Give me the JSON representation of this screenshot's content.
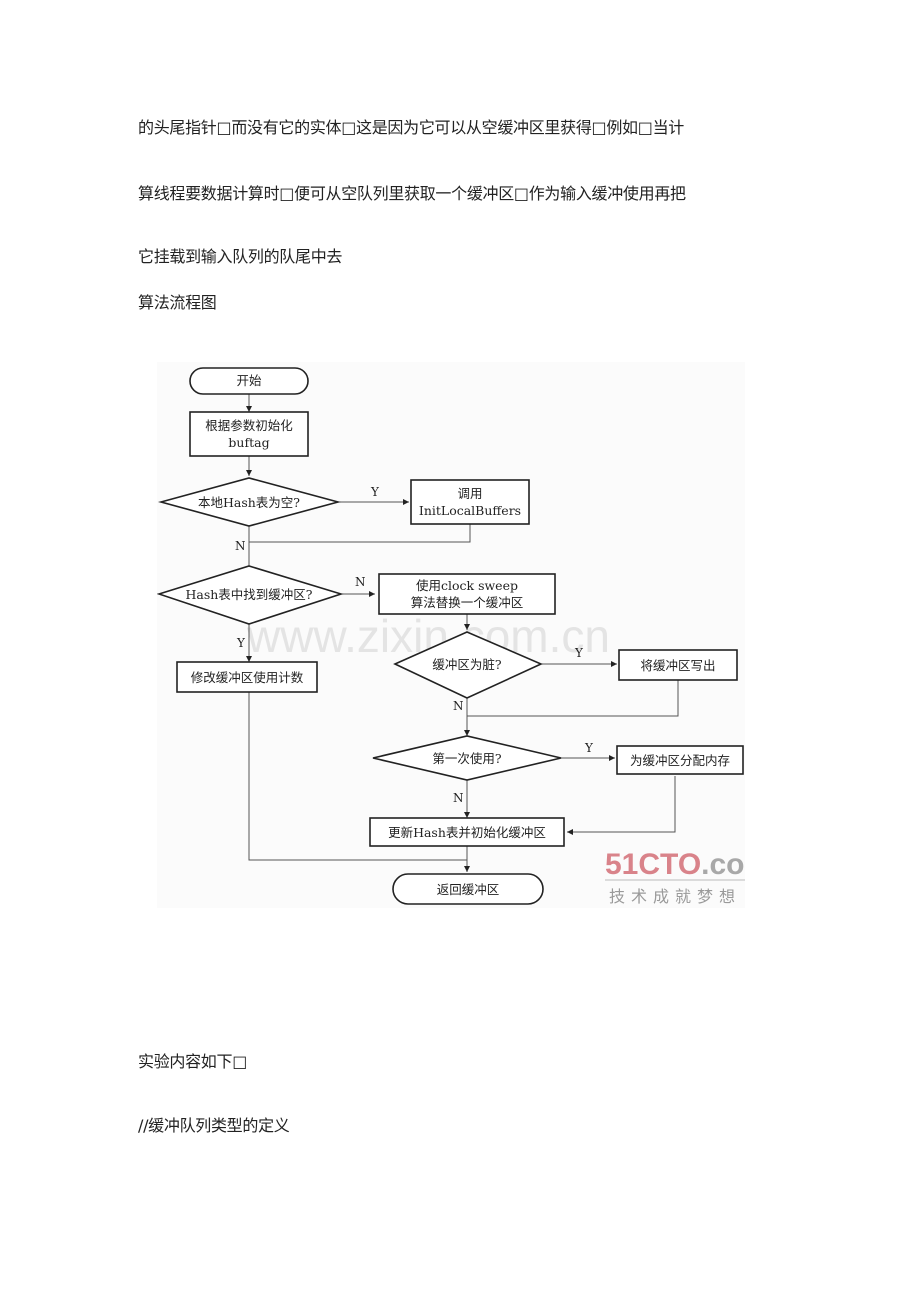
{
  "paragraphs": [
    "的头尾指针□而没有它的实体□这是因为它可以从空缓冲区里获得□例如□当计",
    "算线程要数据计算时□便可从空队列里获取一个缓冲区□作为输入缓冲使用再把",
    "它挂载到输入队列的队尾中去",
    "算法流程图"
  ],
  "flowchart": {
    "start": "开始",
    "init_line1": "根据参数初始化",
    "init_line2": "buftag",
    "decision_local_empty": "本地Hash表为空?",
    "call_line1": "调用",
    "call_line2": "InitLocalBuffers",
    "decision_found": "Hash表中找到缓冲区?",
    "clock_line1": "使用clock sweep",
    "clock_line2": "算法替换一个缓冲区",
    "modify_count": "修改缓冲区使用计数",
    "decision_dirty": "缓冲区为脏?",
    "write_out": "将缓冲区写出",
    "decision_first_use": "第一次使用?",
    "alloc_memory": "为缓冲区分配内存",
    "update_hash": "更新Hash表并初始化缓冲区",
    "return": "返回缓冲区",
    "labels": {
      "yes": "Y",
      "no": "N"
    },
    "watermark": "www.zixin.com.cn",
    "logo": {
      "red": "51CTO",
      "gray": ".com",
      "tagline": "技术成就梦想",
      "red_color": "#d9838a",
      "gray_color": "#a8a8a8"
    }
  },
  "after": [
    "实验内容如下□",
    "//缓冲队列类型的定义"
  ]
}
